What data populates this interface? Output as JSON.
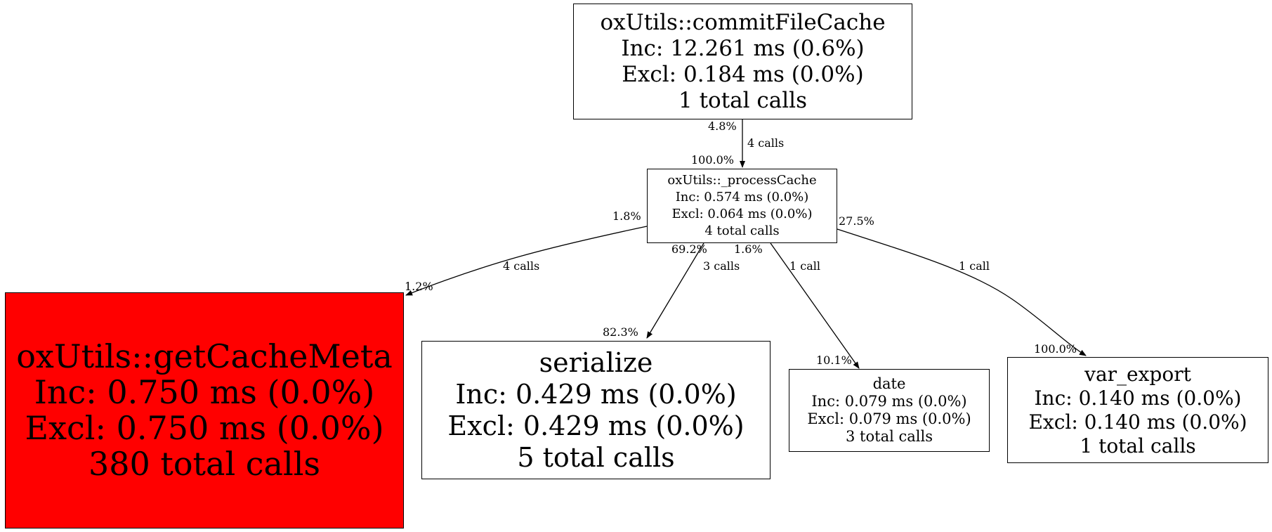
{
  "colors": {
    "hot": "#ff0000",
    "normal": "#ffffff",
    "stroke": "#000000"
  },
  "nodes": {
    "commit": {
      "name": "oxUtils::commitFileCache",
      "inc": "Inc: 12.261 ms (0.6%)",
      "excl": "Excl: 0.184 ms (0.0%)",
      "calls": "1 total calls"
    },
    "process": {
      "name": "oxUtils::_processCache",
      "inc": "Inc: 0.574 ms (0.0%)",
      "excl": "Excl: 0.064 ms (0.0%)",
      "calls": "4 total calls"
    },
    "meta": {
      "name": "oxUtils::getCacheMeta",
      "inc": "Inc: 0.750 ms (0.0%)",
      "excl": "Excl: 0.750 ms (0.0%)",
      "calls": "380 total calls"
    },
    "serialize": {
      "name": "serialize",
      "inc": "Inc: 0.429 ms (0.0%)",
      "excl": "Excl: 0.429 ms (0.0%)",
      "calls": "5 total calls"
    },
    "date": {
      "name": "date",
      "inc": "Inc: 0.079 ms (0.0%)",
      "excl": "Excl: 0.079 ms (0.0%)",
      "calls": "3 total calls"
    },
    "varexport": {
      "name": "var_export",
      "inc": "Inc: 0.140 ms (0.0%)",
      "excl": "Excl: 0.140 ms (0.0%)",
      "calls": "1 total calls"
    }
  },
  "edges": {
    "commit_process": {
      "tail": "4.8%",
      "calls": "4 calls",
      "head": "100.0%"
    },
    "process_meta": {
      "tail": "1.8%",
      "calls": "4 calls",
      "head": "1.2%"
    },
    "process_serialize": {
      "tail": "69.2%",
      "calls": "3 calls",
      "head": "82.3%"
    },
    "process_date": {
      "tail": "1.6%",
      "calls": "1 call",
      "head": "10.1%"
    },
    "process_varexport": {
      "tail": "27.5%",
      "calls": "1 call",
      "head": "100.0%"
    }
  }
}
